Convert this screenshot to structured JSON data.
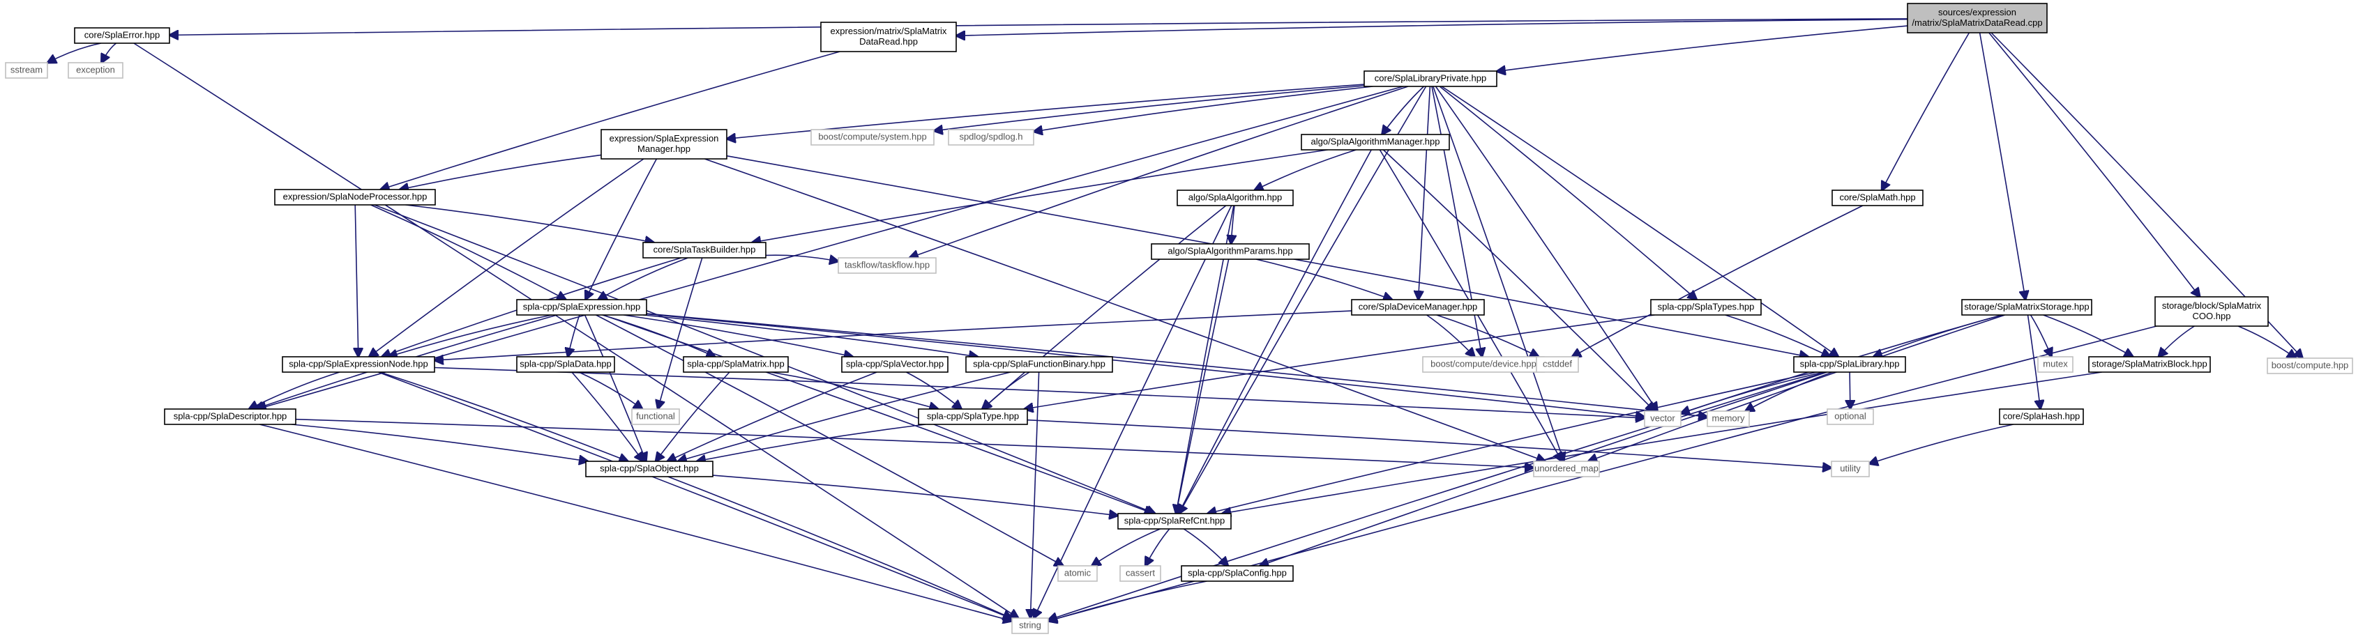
{
  "title": "sources/expression/matrix/SplaMatrixDataRead.cpp",
  "colors": {
    "edge": "#191970",
    "root_fill": "#bfbfbf",
    "node_border": "#000000",
    "external_border": "#bfbfbf",
    "external_text": "#555555"
  },
  "nodes": [
    {
      "id": "root",
      "lines": [
        "sources/expression",
        "/matrix/SplaMatrixDataRead.cpp"
      ],
      "kind": "root"
    },
    {
      "id": "splaerror",
      "lines": [
        "core/SplaError.hpp"
      ],
      "kind": "file"
    },
    {
      "id": "sstream",
      "lines": [
        "sstream"
      ],
      "kind": "ext"
    },
    {
      "id": "exception",
      "lines": [
        "exception"
      ],
      "kind": "ext"
    },
    {
      "id": "matrixdataread",
      "lines": [
        "expression/matrix/SplaMatrix",
        "DataRead.hpp"
      ],
      "kind": "file"
    },
    {
      "id": "libraryprivate",
      "lines": [
        "core/SplaLibraryPrivate.hpp"
      ],
      "kind": "file"
    },
    {
      "id": "exprmanager",
      "lines": [
        "expression/SplaExpression",
        "Manager.hpp"
      ],
      "kind": "file"
    },
    {
      "id": "boostsystem",
      "lines": [
        "boost/compute/system.hpp"
      ],
      "kind": "ext"
    },
    {
      "id": "spdlog",
      "lines": [
        "spdlog/spdlog.h"
      ],
      "kind": "ext"
    },
    {
      "id": "algomanager",
      "lines": [
        "algo/SplaAlgorithmManager.hpp"
      ],
      "kind": "file"
    },
    {
      "id": "nodeprocessor",
      "lines": [
        "expression/SplaNodeProcessor.hpp"
      ],
      "kind": "file"
    },
    {
      "id": "algorithm",
      "lines": [
        "algo/SplaAlgorithm.hpp"
      ],
      "kind": "file"
    },
    {
      "id": "algoparams",
      "lines": [
        "algo/SplaAlgorithmParams.hpp"
      ],
      "kind": "file"
    },
    {
      "id": "taskbuilder",
      "lines": [
        "core/SplaTaskBuilder.hpp"
      ],
      "kind": "file"
    },
    {
      "id": "taskflow",
      "lines": [
        "taskflow/taskflow.hpp"
      ],
      "kind": "ext"
    },
    {
      "id": "splamath",
      "lines": [
        "core/SplaMath.hpp"
      ],
      "kind": "file"
    },
    {
      "id": "matrixstorage",
      "lines": [
        "storage/SplaMatrixStorage.hpp"
      ],
      "kind": "file"
    },
    {
      "id": "matrixcoo",
      "lines": [
        "storage/block/SplaMatrix",
        "COO.hpp"
      ],
      "kind": "file"
    },
    {
      "id": "boostcompute",
      "lines": [
        "boost/compute.hpp"
      ],
      "kind": "ext"
    },
    {
      "id": "expression",
      "lines": [
        "spla-cpp/SplaExpression.hpp"
      ],
      "kind": "file"
    },
    {
      "id": "devicemanager",
      "lines": [
        "core/SplaDeviceManager.hpp"
      ],
      "kind": "file"
    },
    {
      "id": "types",
      "lines": [
        "spla-cpp/SplaTypes.hpp"
      ],
      "kind": "file"
    },
    {
      "id": "exprnode",
      "lines": [
        "spla-cpp/SplaExpressionNode.hpp"
      ],
      "kind": "file"
    },
    {
      "id": "data",
      "lines": [
        "spla-cpp/SplaData.hpp"
      ],
      "kind": "file"
    },
    {
      "id": "matrix",
      "lines": [
        "spla-cpp/SplaMatrix.hpp"
      ],
      "kind": "file"
    },
    {
      "id": "vectorh",
      "lines": [
        "spla-cpp/SplaVector.hpp"
      ],
      "kind": "file"
    },
    {
      "id": "funcbinary",
      "lines": [
        "spla-cpp/SplaFunctionBinary.hpp"
      ],
      "kind": "file"
    },
    {
      "id": "boostdevice",
      "lines": [
        "boost/compute/device.hpp"
      ],
      "kind": "ext"
    },
    {
      "id": "cstddef",
      "lines": [
        "cstddef"
      ],
      "kind": "ext"
    },
    {
      "id": "library",
      "lines": [
        "spla-cpp/SplaLibrary.hpp"
      ],
      "kind": "file"
    },
    {
      "id": "mutex",
      "lines": [
        "mutex"
      ],
      "kind": "ext"
    },
    {
      "id": "matrixblock",
      "lines": [
        "storage/SplaMatrixBlock.hpp"
      ],
      "kind": "file"
    },
    {
      "id": "functional",
      "lines": [
        "functional"
      ],
      "kind": "ext"
    },
    {
      "id": "descriptor",
      "lines": [
        "spla-cpp/SplaDescriptor.hpp"
      ],
      "kind": "file"
    },
    {
      "id": "typeh",
      "lines": [
        "spla-cpp/SplaType.hpp"
      ],
      "kind": "file"
    },
    {
      "id": "vector",
      "lines": [
        "vector"
      ],
      "kind": "ext"
    },
    {
      "id": "memory",
      "lines": [
        "memory"
      ],
      "kind": "ext"
    },
    {
      "id": "optional",
      "lines": [
        "optional"
      ],
      "kind": "ext"
    },
    {
      "id": "splahash",
      "lines": [
        "core/SplaHash.hpp"
      ],
      "kind": "file"
    },
    {
      "id": "object",
      "lines": [
        "spla-cpp/SplaObject.hpp"
      ],
      "kind": "file"
    },
    {
      "id": "unorderedmap",
      "lines": [
        "unordered_map"
      ],
      "kind": "ext"
    },
    {
      "id": "utility",
      "lines": [
        "utility"
      ],
      "kind": "ext"
    },
    {
      "id": "refcnt",
      "lines": [
        "spla-cpp/SplaRefCnt.hpp"
      ],
      "kind": "file"
    },
    {
      "id": "atomic",
      "lines": [
        "atomic"
      ],
      "kind": "ext"
    },
    {
      "id": "cassert",
      "lines": [
        "cassert"
      ],
      "kind": "ext"
    },
    {
      "id": "config",
      "lines": [
        "spla-cpp/SplaConfig.hpp"
      ],
      "kind": "file"
    },
    {
      "id": "string",
      "lines": [
        "string"
      ],
      "kind": "ext"
    }
  ]
}
